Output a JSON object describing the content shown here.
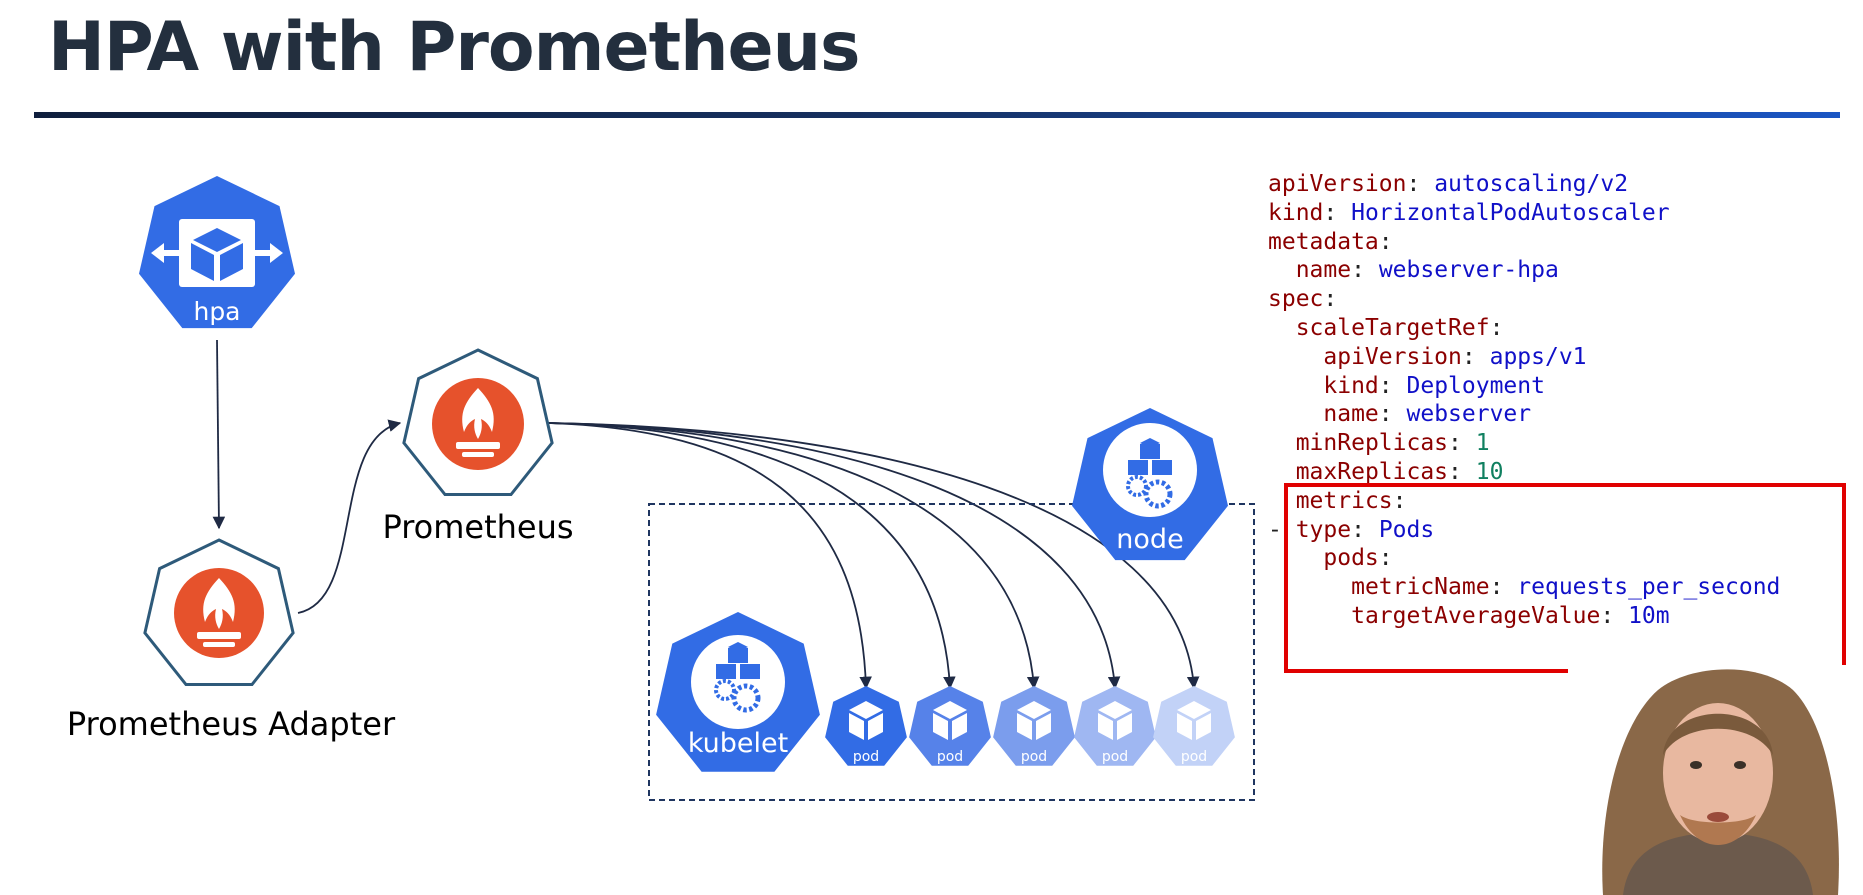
{
  "slide": {
    "title": "HPA with Prometheus"
  },
  "diagram": {
    "hpa_label": "hpa",
    "adapter_label": "Prometheus Adapter",
    "prometheus_label": "Prometheus",
    "node_label": "node",
    "kubelet_label": "kubelet",
    "pods": [
      "pod",
      "pod",
      "pod",
      "pod",
      "pod"
    ],
    "colors": {
      "k8s_blue": "#326ce5",
      "prometheus_orange": "#e6522c",
      "outline_teal": "#2e5a7a",
      "pod_shades": [
        "#326ce5",
        "#5682e9",
        "#7b9ded",
        "#9fb7f2",
        "#c2d2f7"
      ]
    },
    "icons": [
      "deployment-cube-icon",
      "prometheus-torch-icon",
      "node-cubes-gears-icon",
      "pod-cube-icon"
    ]
  },
  "code": {
    "lines": [
      {
        "indent": 0,
        "key": "apiVersion",
        "value": "autoscaling/v2",
        "vtype": "v"
      },
      {
        "indent": 0,
        "key": "kind",
        "value": "HorizontalPodAutoscaler",
        "vtype": "v"
      },
      {
        "indent": 0,
        "key": "metadata",
        "value": "",
        "vtype": "v"
      },
      {
        "indent": 1,
        "key": "name",
        "value": "webserver-hpa",
        "vtype": "v"
      },
      {
        "indent": 0,
        "key": "spec",
        "value": "",
        "vtype": "v"
      },
      {
        "indent": 1,
        "key": "scaleTargetRef",
        "value": "",
        "vtype": "v"
      },
      {
        "indent": 2,
        "key": "apiVersion",
        "value": "apps/v1",
        "vtype": "v"
      },
      {
        "indent": 2,
        "key": "kind",
        "value": "Deployment",
        "vtype": "v"
      },
      {
        "indent": 2,
        "key": "name",
        "value": "webserver",
        "vtype": "v"
      },
      {
        "indent": 1,
        "key": "minReplicas",
        "value": "1",
        "vtype": "n"
      },
      {
        "indent": 1,
        "key": "maxReplicas",
        "value": "10",
        "vtype": "n"
      },
      {
        "indent": 1,
        "key": "metrics",
        "value": "",
        "vtype": "v"
      },
      {
        "indent": 1,
        "dash": true,
        "key": "type",
        "value": "Pods",
        "vtype": "v"
      },
      {
        "indent": 2,
        "key": "pods",
        "value": "",
        "vtype": "v"
      },
      {
        "indent": 3,
        "key": "metricName",
        "value": "requests_per_second",
        "vtype": "v"
      },
      {
        "indent": 3,
        "key": "targetAverageValue",
        "value": "10m",
        "vtype": "v"
      }
    ],
    "highlight_color": "#e00000"
  }
}
